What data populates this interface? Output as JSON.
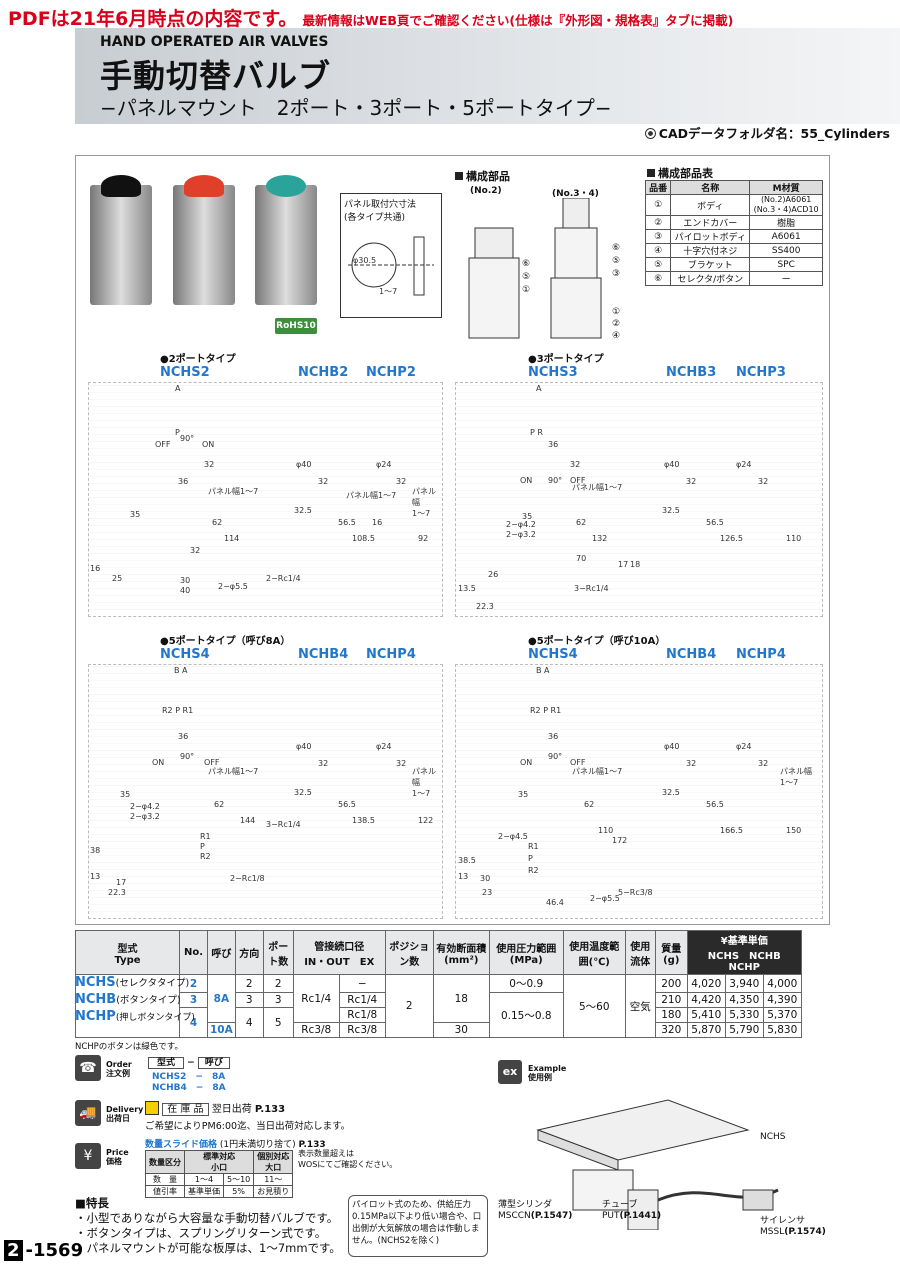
{
  "notice": {
    "main": "PDFは21年6月時点の内容です。",
    "sub": "最新情報はWEB頁でご確認ください(仕様は『外形図・規格表』タブに掲載)"
  },
  "header": {
    "en_title": "HAND OPERATED AIR VALVES",
    "jp_title": "手動切替バルブ",
    "subtitle": "−パネルマウント　2ポート・3ポート・5ポートタイプ−"
  },
  "cad": "CADデータフォルダ名：55_Cylinders",
  "rohs": "RoHS10",
  "panel": {
    "title": "パネル取付穴寸法\n(各タイプ共通)",
    "dia": "φ30.5",
    "thick": "1〜7"
  },
  "components": {
    "title": "構成部品",
    "no2": "(No.2)",
    "no34": "(No.3・4)",
    "callouts": [
      "⑥",
      "⑤",
      "①",
      "⑥",
      "⑤",
      "③",
      "①",
      "②",
      "④"
    ]
  },
  "parts_table": {
    "title": "構成部品表",
    "headers": [
      "品番",
      "名称",
      "M材質"
    ],
    "rows": [
      {
        "no": "①",
        "name": "ボディ",
        "mat": "(No.2)A6061\n(No.3・4)ACD10"
      },
      {
        "no": "②",
        "name": "エンドカバー",
        "mat": "樹脂"
      },
      {
        "no": "③",
        "name": "パイロットボディ",
        "mat": "A6061"
      },
      {
        "no": "④",
        "name": "十字穴付ネジ",
        "mat": "SS400"
      },
      {
        "no": "⑤",
        "name": "ブラケット",
        "mat": "SPC"
      },
      {
        "no": "⑥",
        "name": "セレクタ/ボタン",
        "mat": "ー"
      }
    ]
  },
  "sections": [
    {
      "label": "●2ポートタイプ",
      "models": [
        "NCHS2",
        "NCHB2",
        "NCHP2"
      ]
    },
    {
      "label": "●3ポートタイプ",
      "models": [
        "NCHS3",
        "NCHB3",
        "NCHP3"
      ]
    },
    {
      "label": "●5ポートタイプ（呼び8A）",
      "models": [
        "NCHS4",
        "NCHB4",
        "NCHP4"
      ]
    },
    {
      "label": "●5ポートタイプ（呼び10A）",
      "models": [
        "NCHS4",
        "NCHB4",
        "NCHP4"
      ]
    }
  ],
  "dims": {
    "s1": [
      "A",
      "P",
      "OFF",
      "90°",
      "ON",
      "36",
      "32",
      "φ40",
      "32",
      "φ24",
      "32",
      "パネル幅1〜7",
      "パネル幅1〜7",
      "パネル幅\n1〜7",
      "35",
      "62",
      "114",
      "32",
      "16",
      "25",
      "30",
      "40",
      "2−φ5.5",
      "2−Rc1/4",
      "32.5",
      "56.5",
      "108.5",
      "16",
      "92"
    ],
    "s2": [
      "A",
      "P R",
      "36",
      "32",
      "ON",
      "90°",
      "OFF",
      "φ40",
      "32",
      "φ24",
      "32",
      "パネル幅1〜7",
      "2−φ4.2",
      "2−φ3.2",
      "35",
      "62",
      "70",
      "132",
      "17",
      "18",
      "13.5",
      "26",
      "22.3",
      "3−Rc1/4",
      "32.5",
      "56.5",
      "126.5",
      "110"
    ],
    "s3": [
      "B A",
      "R2 P R1",
      "36",
      "ON",
      "90°",
      "OFF",
      "φ40",
      "32",
      "φ24",
      "32",
      "パネル幅1〜7",
      "パネル幅\n1〜7",
      "2−φ4.2",
      "2−φ3.2",
      "R1",
      "P",
      "R2",
      "35",
      "62",
      "144",
      "38",
      "13",
      "17",
      "22.3",
      "2−Rc1/8",
      "3−Rc1/4",
      "32.5",
      "56.5",
      "138.5",
      "122"
    ],
    "s4": [
      "B A",
      "R2 P R1",
      "36",
      "ON",
      "90°",
      "OFF",
      "φ40",
      "32",
      "φ24",
      "32",
      "パネル幅1〜7",
      "パネル幅\n1〜7",
      "2−φ4.5",
      "R1",
      "P",
      "R2",
      "35",
      "62",
      "110",
      "172",
      "38.5",
      "13",
      "30",
      "23",
      "46.4",
      "2−φ5.5",
      "5−Rc3/8",
      "32.5",
      "56.5",
      "166.5",
      "150"
    ]
  },
  "spec": {
    "headers": [
      "型式",
      "Type",
      "No.",
      "呼び",
      "方向",
      "ポート数",
      "管接続口径",
      "IN・OUT",
      "EX",
      "ポジション数",
      "有効断面積(mm²)",
      "使用圧力範囲(MPa)",
      "使用温度範囲(℃)",
      "使用流体",
      "質量(g)",
      "¥基準単価"
    ],
    "price_cols": [
      "NCHS",
      "NCHB",
      "NCHP"
    ],
    "rows": [
      {
        "no": "2",
        "nominal": "8A",
        "dir": "2",
        "port": "2",
        "in": "Rc1/4",
        "ex": "−",
        "pos": "2",
        "area": "18",
        "press": "0〜0.9",
        "temp": "5〜60",
        "fluid": "空気",
        "mass": "200",
        "p": [
          "4,020",
          "3,940",
          "4,000"
        ]
      },
      {
        "no": "3",
        "nominal": "8A",
        "dir": "3",
        "port": "3",
        "in": "Rc1/4",
        "ex": "Rc1/4",
        "pos": "2",
        "area": "18",
        "press": "0.15〜0.8",
        "temp": "5〜60",
        "fluid": "空気",
        "mass": "210",
        "p": [
          "4,420",
          "4,350",
          "4,390"
        ]
      },
      {
        "no": "4",
        "nominal": "8A",
        "dir": "4",
        "port": "5",
        "in": "Rc1/4",
        "ex": "Rc1/8",
        "pos": "2",
        "area": "18",
        "press": "0.15〜0.8",
        "temp": "5〜60",
        "fluid": "空気",
        "mass": "180",
        "p": [
          "5,410",
          "5,330",
          "5,370"
        ]
      },
      {
        "no": "4",
        "nominal": "10A",
        "dir": "4",
        "port": "5",
        "in": "Rc3/8",
        "ex": "Rc3/8",
        "pos": "2",
        "area": "30",
        "press": "0.15〜0.8",
        "temp": "5〜60",
        "fluid": "空気",
        "mass": "320",
        "p": [
          "5,870",
          "5,790",
          "5,830"
        ]
      }
    ],
    "models": [
      {
        "code": "NCHS",
        "desc": "(セレクタタイプ)"
      },
      {
        "code": "NCHB",
        "desc": "(ボタンタイプ)"
      },
      {
        "code": "NCHP",
        "desc": "(押しボタンタイプ)"
      }
    ],
    "nchp_note": "NCHPのボタンは緑色です。"
  },
  "order": {
    "label_en": "Order",
    "label_jp": "注文例",
    "h1": "型式",
    "h2": "呼び",
    "ex1": "NCHS2　−　8A",
    "ex2": "NCHB4　−　8A"
  },
  "delivery": {
    "label_en": "Delivery",
    "label_jp": "出荷日",
    "stock": "在 庫 品",
    "text": "翌日出荷",
    "page": "P.133",
    "note": "ご希望によりPM6:00迄、当日出荷対応します。"
  },
  "price": {
    "label_en": "Price",
    "label_jp": "価格",
    "title": "数量スライド価格",
    "sub": "(1円未満切り捨て)",
    "page": "P.133",
    "note": "表示数量超えは\nWOSにてご確認ください。",
    "table": {
      "h": [
        "数量区分",
        "標準対応\n小口",
        "個別対応\n大口"
      ],
      "r1": [
        "数　量",
        "1〜4",
        "5〜10",
        "11〜"
      ],
      "r2": [
        "値引率",
        "基準単価",
        "5%",
        "お見積り"
      ]
    }
  },
  "features": {
    "title": "特長",
    "items": [
      "・小型でありながら大容量な手動切替バルブです。",
      "・ボタンタイプは、スプリングリターン式です。",
      "・パネルマウントが可能な板厚は、1〜7mmです。"
    ]
  },
  "pilot_note": "パイロット式のため、供給圧力0.15MPa以下より低い場合や、口出側が大気解放の場合は作動しません。(NCHS2を除く)",
  "example": {
    "label_en": "Example",
    "label_jp": "使用例",
    "nchs": "NCHS",
    "cyl": "薄型シリンダ",
    "cyl_code": "MSCCN",
    "cyl_page": "(P.1547)",
    "tube": "チューブ",
    "tube_code": "PUT",
    "tube_page": "(P.1441)",
    "sil": "サイレンサ",
    "sil_code": "MSSL",
    "sil_page": "(P.1574)"
  },
  "page_number": {
    "prefix": "2",
    "num": "-1569"
  }
}
